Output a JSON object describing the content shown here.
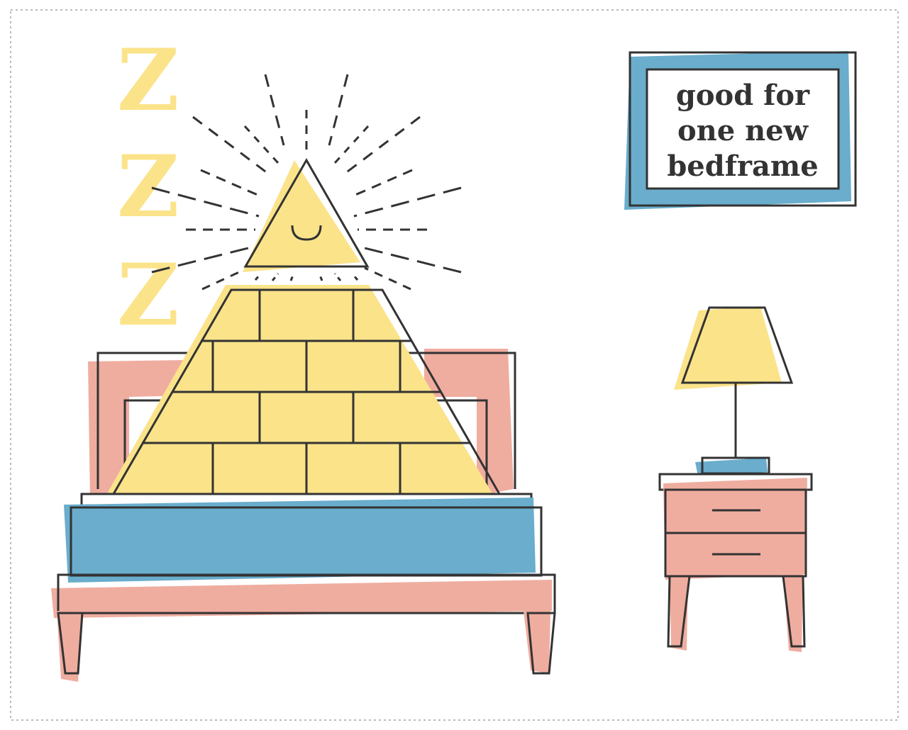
{
  "card": {
    "border_color": "#bbbbbb"
  },
  "frame_text": {
    "line1": "good for",
    "line2": "one new",
    "line3": "bedframe"
  },
  "sleep_letters": [
    "Z",
    "Z",
    "Z"
  ],
  "colors": {
    "yellow": "#fbe38a",
    "blue": "#6aadcd",
    "salmon": "#efada0",
    "ink": "#333333",
    "background": "#ffffff"
  },
  "icons": [
    "pyramid-illustration",
    "eye-triangle-icon",
    "bed-illustration",
    "nightstand-illustration",
    "lamp-icon",
    "picture-frame"
  ]
}
